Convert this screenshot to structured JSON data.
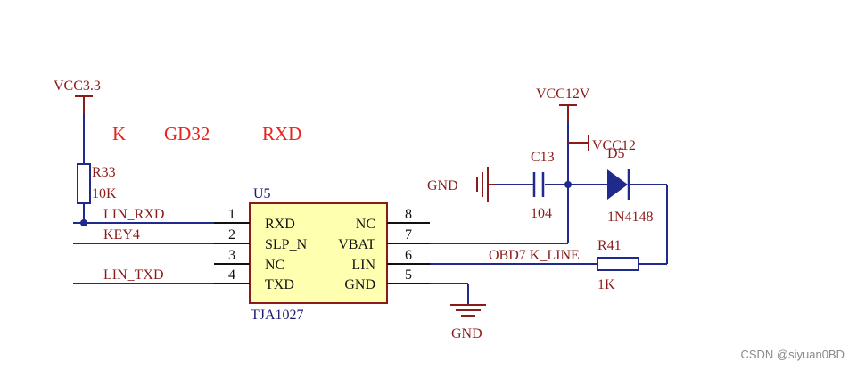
{
  "annotations": {
    "k": "K",
    "gd32": "GD32",
    "rxd": "RXD"
  },
  "power": {
    "vcc33": "VCC3.3",
    "vcc12v": "VCC12V",
    "vcc12": "VCC12",
    "gnd_left": "GND",
    "gnd_bottom": "GND"
  },
  "nets": {
    "lin_rxd": "LIN_RXD",
    "key4": "KEY4",
    "lin_txd": "LIN_TXD",
    "obd7": "OBD7 K_LINE"
  },
  "components": {
    "r33": {
      "ref": "R33",
      "value": "10K"
    },
    "c13": {
      "ref": "C13",
      "value": "104"
    },
    "d5": {
      "ref": "D5",
      "value": "1N4148"
    },
    "r41": {
      "ref": "R41",
      "value": "1K"
    },
    "u5": {
      "ref": "U5",
      "part": "TJA1027",
      "pins_left": [
        {
          "num": "1",
          "name": "RXD"
        },
        {
          "num": "2",
          "name": "SLP_N"
        },
        {
          "num": "3",
          "name": "NC"
        },
        {
          "num": "4",
          "name": "TXD"
        }
      ],
      "pins_right": [
        {
          "num": "8",
          "name": "NC"
        },
        {
          "num": "7",
          "name": "VBAT"
        },
        {
          "num": "6",
          "name": "LIN"
        },
        {
          "num": "5",
          "name": "GND"
        }
      ]
    }
  },
  "watermark": "CSDN @siyuan0BD",
  "colors": {
    "wire": "#1f2a8c",
    "pin": "#111111",
    "power_symbol": "#8b1a1a",
    "ic_fill": "#ffffb0",
    "ic_border": "#8b1a1a",
    "annotation": "#e8231f"
  }
}
